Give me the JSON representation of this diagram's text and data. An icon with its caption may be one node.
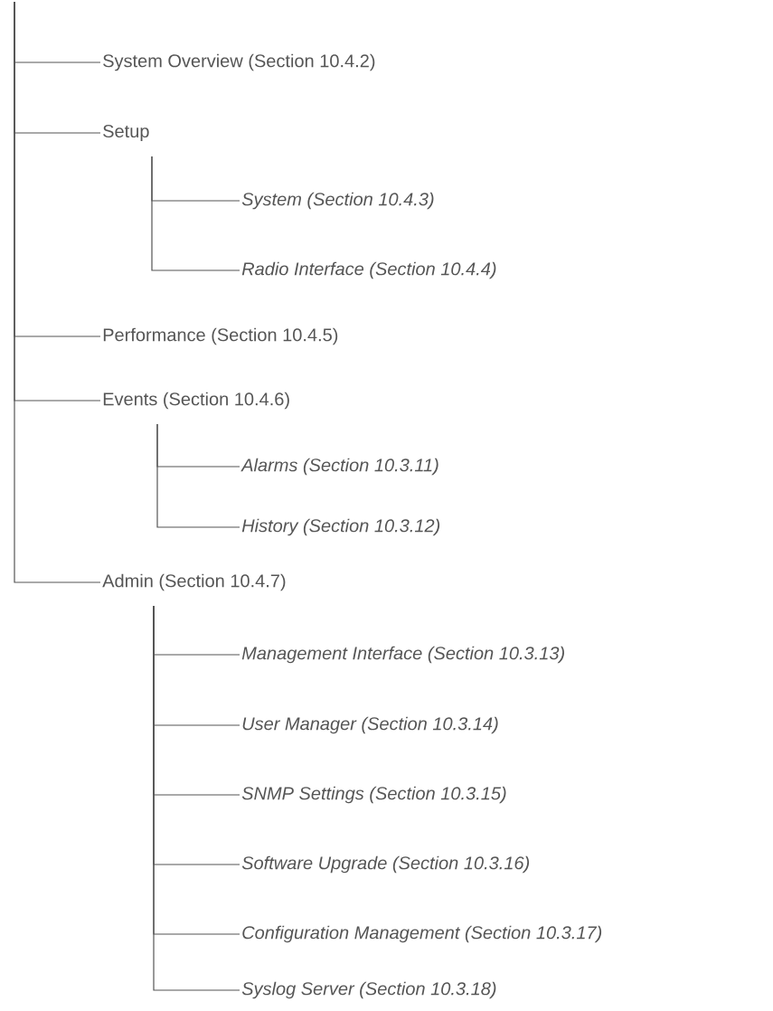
{
  "diagram": {
    "nodes": [
      {
        "text": [
          "System Overview (Section 10.4.2)"
        ]
      },
      {
        "text": [
          "Setup"
        ]
      },
      {
        "text": [
          "System (Section 10.4.3)"
        ]
      },
      {
        "text": [
          "Radio Interface (Section 10.4.4)"
        ]
      },
      {
        "text": [
          "Performance (Section 10.4.5)"
        ]
      },
      {
        "text": [
          "Events (Section 10.4.6)"
        ]
      },
      {
        "text": [
          "Alarms (Section 10.3.11)"
        ]
      },
      {
        "text": [
          "History (Section 10.3.12)"
        ]
      },
      {
        "text": [
          "Admin (Section 10.4.7)"
        ]
      },
      {
        "text": [
          "Management Interface (Section 10.3.13)"
        ]
      },
      {
        "text": [
          "User Manager (Section 10.3.14)"
        ]
      },
      {
        "text": [
          "SNMP Settings (Section 10.3.15)"
        ]
      },
      {
        "text": [
          "Software Upgrade (Section 10.3.16)"
        ]
      },
      {
        "text": [
          "Configuration Management (Section 10.3.17)"
        ]
      },
      {
        "text": [
          "Syslog Server (Section 10.3.18)"
        ]
      }
    ],
    "edges": [
      {
        "from": null,
        "to": 0,
        "arrow": "none"
      },
      {
        "from": null,
        "to": 1,
        "arrow": "none"
      },
      {
        "from": 1,
        "to": 2,
        "arrow": "none"
      },
      {
        "from": 1,
        "to": 3,
        "arrow": "none"
      },
      {
        "from": null,
        "to": 4,
        "arrow": "none"
      },
      {
        "from": null,
        "to": 5,
        "arrow": "none"
      },
      {
        "from": 5,
        "to": 6,
        "arrow": "none"
      },
      {
        "from": 5,
        "to": 7,
        "arrow": "none"
      },
      {
        "from": null,
        "to": 8,
        "arrow": "none"
      },
      {
        "from": 8,
        "to": 9,
        "arrow": "none"
      },
      {
        "from": 8,
        "to": 10,
        "arrow": "none"
      },
      {
        "from": 8,
        "to": 11,
        "arrow": "none"
      },
      {
        "from": 8,
        "to": 12,
        "arrow": "none"
      },
      {
        "from": 8,
        "to": 13,
        "arrow": "none"
      },
      {
        "from": 8,
        "to": 14,
        "arrow": "none"
      }
    ]
  }
}
